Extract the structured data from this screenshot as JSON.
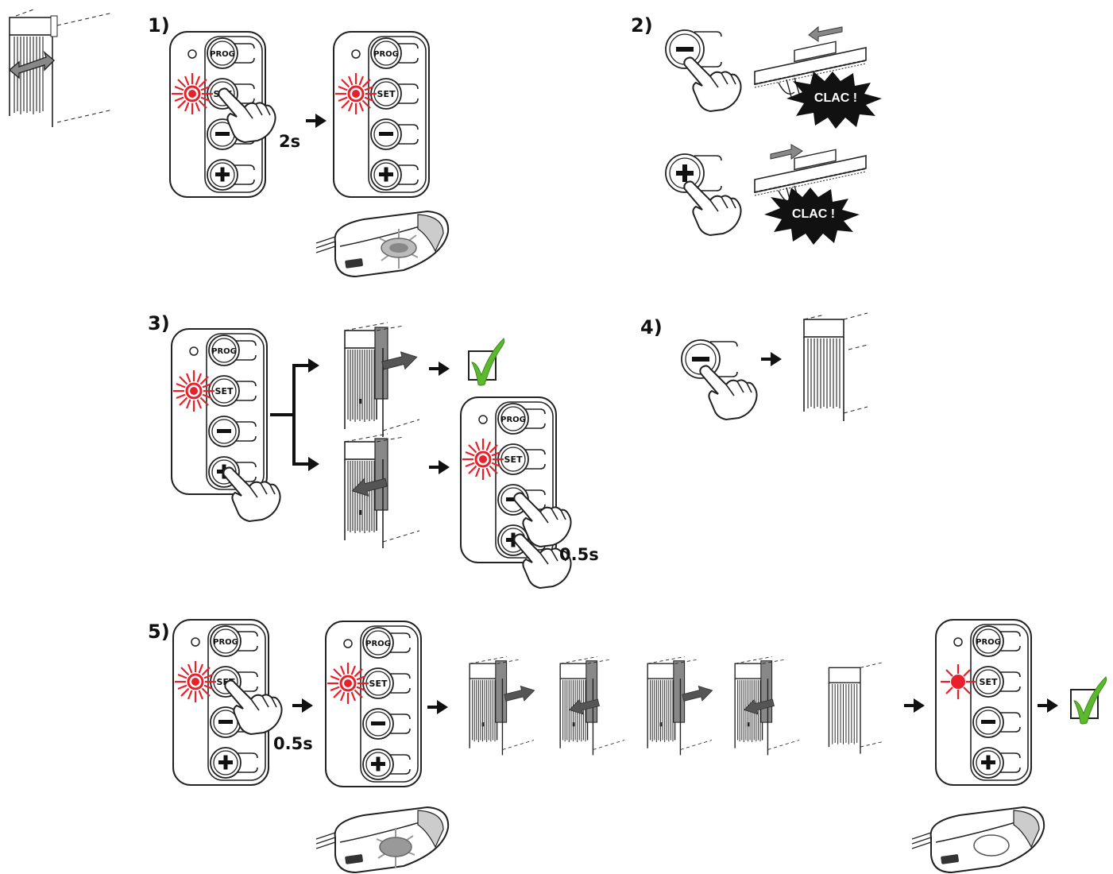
{
  "steps": {
    "s1": "1)",
    "s2": "2)",
    "s3": "3)",
    "s4": "4)",
    "s5": "5)"
  },
  "times": {
    "t1": "2s",
    "t3": "0.5s",
    "t5": "0.5s"
  },
  "keypad": {
    "prog": "PROG",
    "set": "SET",
    "minus": "–",
    "plus": "+"
  },
  "clac": {
    "top": "CLAC !",
    "bottom": "CLAC !"
  },
  "colors": {
    "led_red": "#e8202a",
    "check_green": "#5cb82e",
    "arrow_gray": "#555555"
  },
  "icons": [
    "door-icon",
    "keypad-icon",
    "hand-press-icon",
    "rail-icon",
    "motor-light-icon",
    "check-icon",
    "arrow-right-icon"
  ]
}
